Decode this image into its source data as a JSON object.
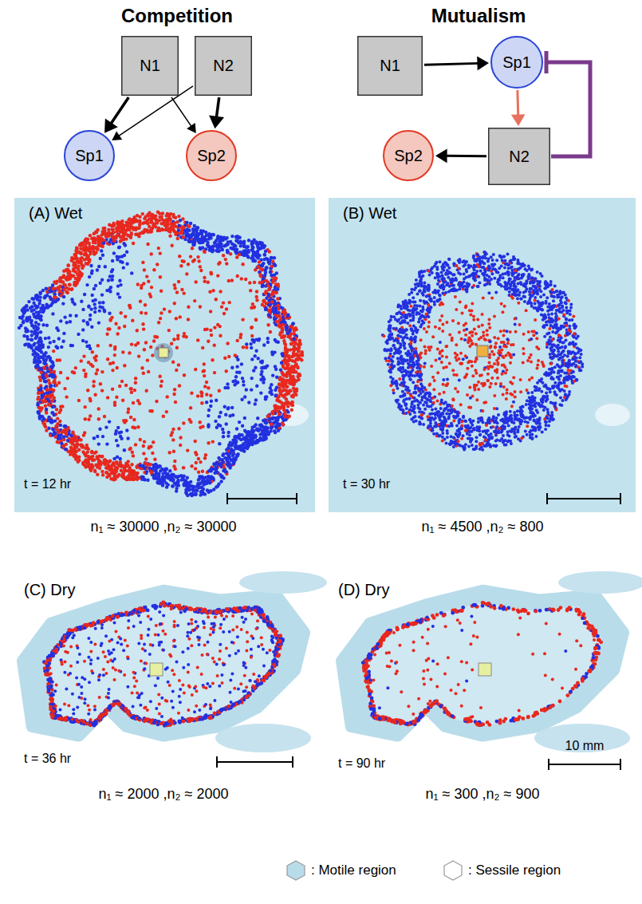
{
  "diagram": {
    "nodes": [
      {
        "text": [
          "N1"
        ]
      },
      {
        "text": [
          "N2"
        ]
      },
      {
        "text": [
          "Sp1"
        ]
      },
      {
        "text": [
          "Sp2"
        ]
      },
      {
        "text": [
          "N1"
        ]
      },
      {
        "text": [
          "Sp1"
        ]
      },
      {
        "text": [
          "N2"
        ]
      },
      {
        "text": [
          "Sp2"
        ]
      }
    ],
    "edges": [
      {
        "from": 0,
        "to": 2,
        "arrow": "to"
      },
      {
        "from": 0,
        "to": 3,
        "arrow": "to"
      },
      {
        "from": 1,
        "to": 2,
        "arrow": "to"
      },
      {
        "from": 1,
        "to": 3,
        "arrow": "to"
      },
      {
        "from": 4,
        "to": 5,
        "arrow": "to"
      },
      {
        "from": 5,
        "to": 6,
        "arrow": "to"
      },
      {
        "from": 6,
        "to": 5,
        "arrow": "to"
      },
      {
        "from": 6,
        "to": 7,
        "arrow": "to"
      }
    ],
    "labels": [
      "Competition",
      "Mutualism",
      "(A) Wet",
      "t = 12 hr",
      "n₁ ≈ 30000 ,n₂ ≈ 30000",
      "(B) Wet",
      "t = 30 hr",
      "n₁ ≈ 4500 ,n₂ ≈ 800",
      "(C) Dry",
      "t = 36 hr",
      "n₁ ≈ 2000 ,n₂ ≈ 2000",
      "(D) Dry",
      "t = 90 hr",
      "10 mm",
      "n₁ ≈ 300 ,n₂ ≈ 900"
    ],
    "legend": [
      {
        "text": ": Motile region",
        "color": "#b9dcea"
      },
      {
        "text": ": Sessile region",
        "color": "#ffffff"
      }
    ]
  }
}
